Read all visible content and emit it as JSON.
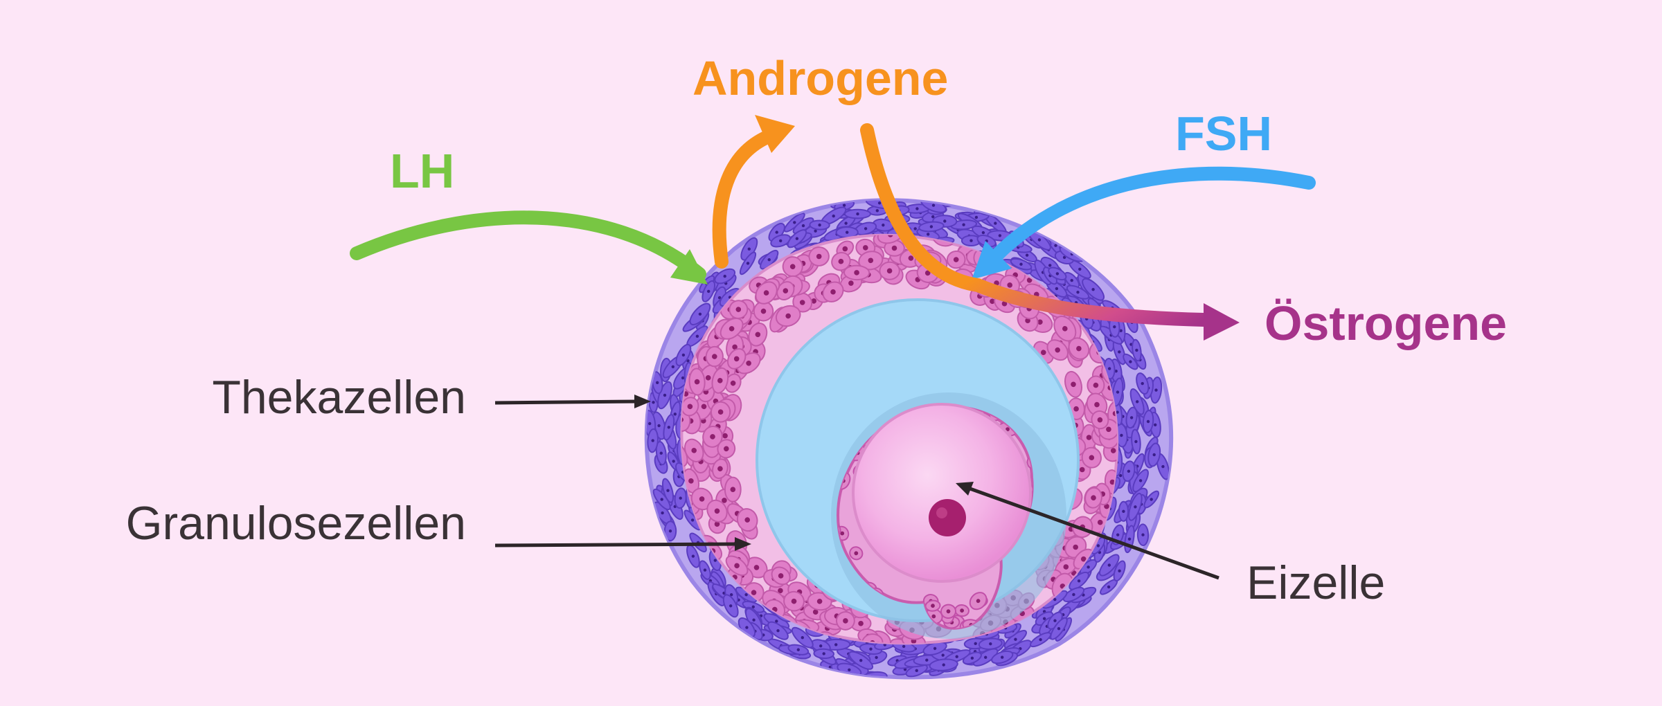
{
  "hormones": {
    "lh": "LH",
    "androgene": "Androgene",
    "fsh": "FSH",
    "oestrogene": "Östrogene"
  },
  "structures": {
    "thekazellen": "Thekazellen",
    "granulosazellen": "Granulosezellen",
    "eizelle": "Eizelle"
  },
  "colors": {
    "background": "#fde6f7",
    "lh": "#78c643",
    "androgene": "#f7921e",
    "fsh": "#3fa9f5",
    "oestrogene": "#a6338a",
    "theca_cells": "#7b5be0",
    "granulosa_cells": "#e07ec8",
    "antrum": "#a5d9f8",
    "oocyte": "#f7b4e8",
    "label_text": "#3a3236"
  }
}
